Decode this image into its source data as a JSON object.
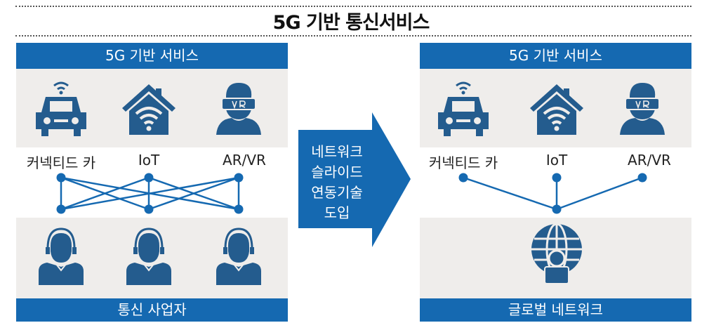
{
  "title": "5G 기반 통신서비스",
  "left": {
    "top_bar": "5G 기반 서비스",
    "labels": [
      "커넥티드 카",
      "IoT",
      "AR/VR"
    ],
    "bottom_bar": "통신 사업자"
  },
  "arrow": {
    "lines": [
      "네트워크",
      "슬라이드",
      "연동기술",
      "도입"
    ]
  },
  "right": {
    "top_bar": "5G 기반 서비스",
    "labels": [
      "커넥티드 카",
      "IoT",
      "AR/VR"
    ],
    "bottom_bar": "글로벌 네트워크"
  },
  "colors": {
    "accent": "#1569b1",
    "icon": "#245c8e",
    "panel": "#efedeb"
  }
}
